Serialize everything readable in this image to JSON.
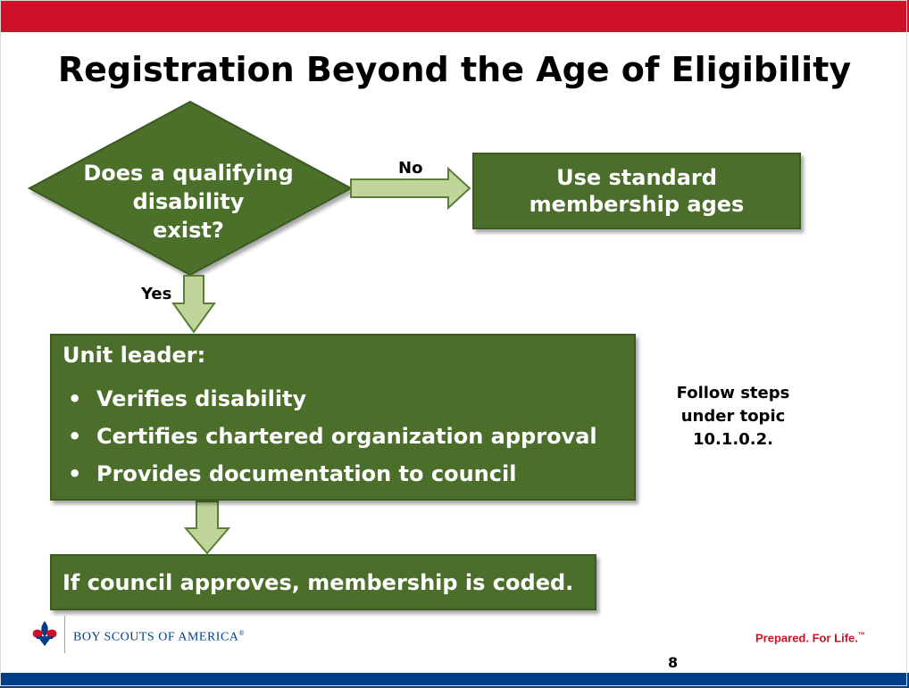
{
  "title": "Registration Beyond the Age of Eligibility",
  "decision": {
    "line1": "Does a qualifying",
    "line2": "disability",
    "line3": "exist?"
  },
  "labels": {
    "no": "No",
    "yes": "Yes"
  },
  "standard_box": {
    "line1": "Use standard",
    "line2": "membership ages"
  },
  "unit_box": {
    "title": "Unit leader:",
    "items": [
      "Verifies disability",
      "Certifies chartered organization approval",
      "Provides documentation to council"
    ]
  },
  "council_box": {
    "text": "If council approves, membership is coded."
  },
  "side_note": {
    "line1": "Follow steps",
    "line2": "under topic",
    "line3": "10.1.0.2."
  },
  "footer": {
    "org_name": "BOY SCOUTS OF AMERICA",
    "org_mark": "®",
    "tagline": "Prepared. For Life.",
    "tagline_mark": "™",
    "page_number": "8"
  },
  "colors": {
    "box_fill": "#4b6f2a",
    "arrow_fill": "#bfd59a",
    "accent_red": "#ce1126",
    "accent_blue": "#003f87"
  },
  "icons": {
    "logo": "bsa-fleur-de-lis-icon"
  }
}
